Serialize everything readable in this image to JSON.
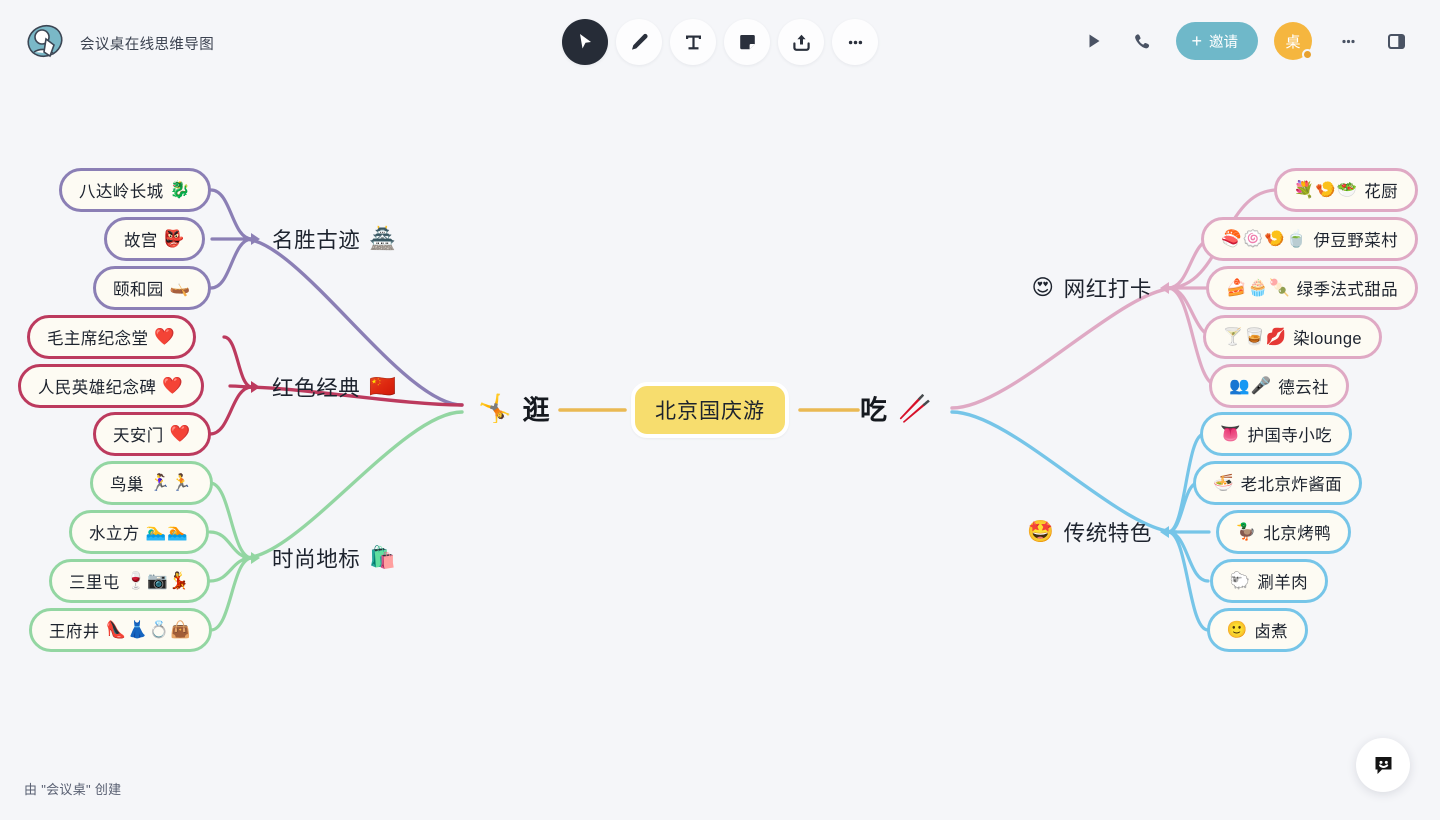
{
  "app": {
    "title": "会议桌在线思维导图",
    "footer": "由 \"会议桌\" 创建",
    "logo_icon": "meeting-desk-logo",
    "help_icon": "chat-smile-icon"
  },
  "toolbar": {
    "tools": [
      {
        "name": "select-tool",
        "icon": "cursor-icon",
        "label": "选择",
        "active": true
      },
      {
        "name": "pen-tool",
        "icon": "pencil-icon",
        "label": "画笔",
        "active": false
      },
      {
        "name": "text-tool",
        "icon": "text-t-icon",
        "label": "文本",
        "active": false
      },
      {
        "name": "note-tool",
        "icon": "sticky-note-icon",
        "label": "便签",
        "active": false
      },
      {
        "name": "upload-tool",
        "icon": "upload-icon",
        "label": "上传",
        "active": false
      },
      {
        "name": "more-tool",
        "icon": "ellipsis-icon",
        "label": "更多",
        "active": false
      }
    ]
  },
  "header_actions": {
    "present_icon": "play-icon",
    "call_icon": "phone-icon",
    "invite_label": "邀请",
    "invite_plus": "+",
    "invite_color": "#6fb8c9",
    "avatar_initial": "桌",
    "avatar_color": "#f5b63f",
    "more_icon": "ellipsis-icon",
    "panel_icon": "side-panel-icon"
  },
  "mindmap": {
    "root": {
      "label": "北京国庆游",
      "color": "#f7dd6e"
    },
    "left_branch": {
      "label": "逛",
      "emoji": "🤸",
      "link_color": "#eab953"
    },
    "right_branch": {
      "label": "吃",
      "emoji": "🥢",
      "link_color": "#eab953"
    },
    "groups": [
      {
        "id": "mingsheng",
        "label": "名胜古迹",
        "emoji": "🏯",
        "color": "#8b7fb5",
        "side": "left",
        "children": [
          {
            "label": "八达岭长城",
            "emoji": "🐉"
          },
          {
            "label": "故宫",
            "emoji": "👺"
          },
          {
            "label": "颐和园",
            "emoji": "🛶"
          }
        ]
      },
      {
        "id": "hongse",
        "label": "红色经典",
        "emoji": "🇨🇳",
        "color": "#bc3a5e",
        "side": "left",
        "children": [
          {
            "label": "毛主席纪念堂",
            "emoji": "❤️"
          },
          {
            "label": "人民英雄纪念碑",
            "emoji": "❤️"
          },
          {
            "label": "天安门",
            "emoji": "❤️"
          }
        ]
      },
      {
        "id": "shishang",
        "label": "时尚地标",
        "emoji": "🛍️",
        "color": "#93d6a2",
        "side": "left",
        "children": [
          {
            "label": "鸟巢",
            "emoji": "🏃‍♀️🏃"
          },
          {
            "label": "水立方",
            "emoji": "🏊‍♂️🏊"
          },
          {
            "label": "三里屯",
            "emoji": "🍷📷💃"
          },
          {
            "label": "王府井",
            "emoji": "👠👗💍👜"
          }
        ]
      },
      {
        "id": "wanghong",
        "label": "网红打卡",
        "emoji": "😍",
        "color": "#dfa9c4",
        "side": "right",
        "children": [
          {
            "label": "花厨",
            "emoji": "💐🍤🥗"
          },
          {
            "label": "伊豆野菜村",
            "emoji": "🍣🍥🍤🍵"
          },
          {
            "label": "绿季法式甜品",
            "emoji": "🍰🧁🍡"
          },
          {
            "label": "染lounge",
            "emoji": "🍸🥃💋"
          },
          {
            "label": "德云社",
            "emoji": "👥🎤"
          }
        ]
      },
      {
        "id": "chuantong",
        "label": "传统特色",
        "emoji": "🤩",
        "color": "#76c5e8",
        "side": "right",
        "children": [
          {
            "label": "护国寺小吃",
            "emoji": "👅"
          },
          {
            "label": "老北京炸酱面",
            "emoji": "🍜"
          },
          {
            "label": "北京烤鸭",
            "emoji": "🦆"
          },
          {
            "label": "涮羊肉",
            "emoji": "🐑"
          },
          {
            "label": "卤煮",
            "emoji": "🙂"
          }
        ]
      }
    ]
  }
}
